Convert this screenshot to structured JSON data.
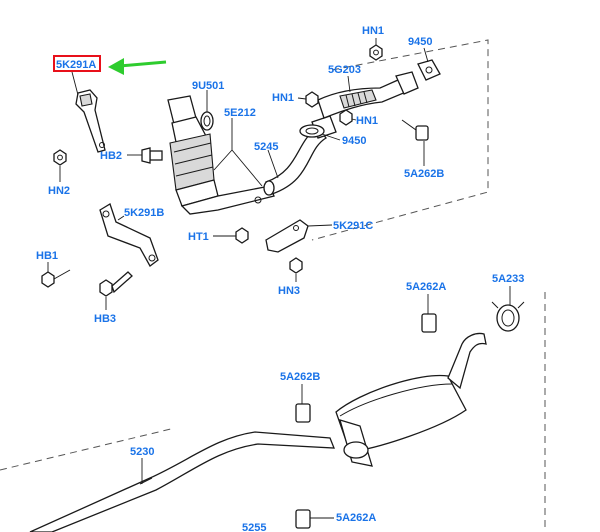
{
  "colors": {
    "label": "#1a73e8",
    "highlight_box": "#e8101a",
    "arrow": "#2ecc2e",
    "line": "#1a1a1a"
  },
  "callouts": [
    {
      "id": "c-5k291a",
      "text": "5K291A",
      "highlighted": true
    },
    {
      "id": "c-hn2",
      "text": "HN2"
    },
    {
      "id": "c-hb2",
      "text": "HB2"
    },
    {
      "id": "c-9u501",
      "text": "9U501"
    },
    {
      "id": "c-5e212",
      "text": "5E212"
    },
    {
      "id": "c-5245",
      "text": "5245"
    },
    {
      "id": "c-hn1-a",
      "text": "HN1"
    },
    {
      "id": "c-hn1-b",
      "text": "HN1"
    },
    {
      "id": "c-hn1-c",
      "text": "HN1"
    },
    {
      "id": "c-5g203",
      "text": "5G203"
    },
    {
      "id": "c-9450-a",
      "text": "9450"
    },
    {
      "id": "c-9450-b",
      "text": "9450"
    },
    {
      "id": "c-5a262b-a",
      "text": "5A262B"
    },
    {
      "id": "c-5k291b",
      "text": "5K291B"
    },
    {
      "id": "c-ht1",
      "text": "HT1"
    },
    {
      "id": "c-5k291c",
      "text": "5K291C"
    },
    {
      "id": "c-hn3",
      "text": "HN3"
    },
    {
      "id": "c-hb1",
      "text": "HB1"
    },
    {
      "id": "c-hb3",
      "text": "HB3"
    },
    {
      "id": "c-5a262a-a",
      "text": "5A262A"
    },
    {
      "id": "c-5a233",
      "text": "5A233"
    },
    {
      "id": "c-5a262b-b",
      "text": "5A262B"
    },
    {
      "id": "c-5230",
      "text": "5230"
    },
    {
      "id": "c-5255",
      "text": "5255"
    },
    {
      "id": "c-5a262a-b",
      "text": "5A262A"
    }
  ]
}
